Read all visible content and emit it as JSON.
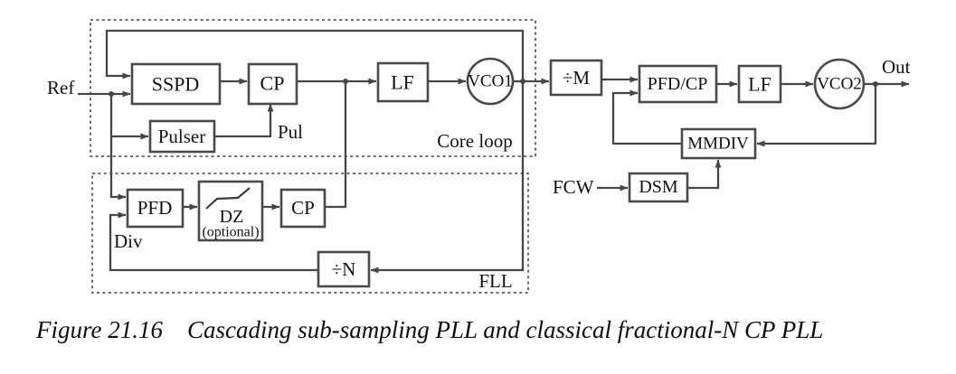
{
  "figure": {
    "caption": {
      "label": "Figure 21.16",
      "text": "Cascading sub-sampling PLL and classical fractional-N CP PLL"
    }
  },
  "diagram": {
    "loops": {
      "core": "Core loop",
      "fll": "FLL"
    },
    "blocks": {
      "sspd": "SSPD",
      "cp_core": "CP",
      "pulser": "Pulser",
      "lf_core": "LF",
      "vco1": "VCO1",
      "div_m": "÷M",
      "pfd_cp": "PFD/CP",
      "lf_frac": "LF",
      "vco2": "VCO2",
      "mmdiv": "MMDIV",
      "dsm": "DSM",
      "pfd": "PFD",
      "dz": "DZ",
      "dz_note": "(optional)",
      "cp_fll": "CP",
      "div_n": "÷N"
    },
    "labels": {
      "ref": "Ref",
      "pul": "Pul",
      "div": "Div",
      "fcw": "FCW",
      "out": "Out"
    },
    "colors": {
      "wire": "#464646",
      "boundary": "#5a5a5a",
      "text": "#111111",
      "block_fill": "#ffffff",
      "background": "#ffffff"
    }
  }
}
